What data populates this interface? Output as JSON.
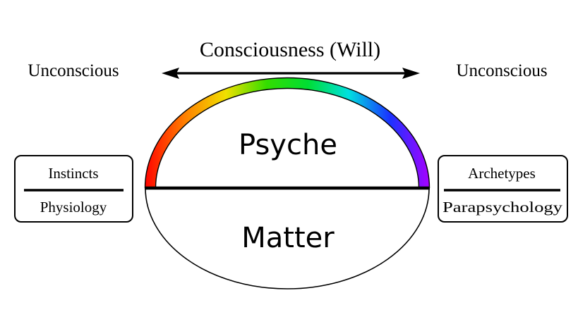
{
  "header": {
    "title": "Consciousness (Will)",
    "left_label": "Unconscious",
    "right_label": "Unconscious"
  },
  "upper_region": {
    "label": "Psyche",
    "spectrum_colors": [
      "#ff0000",
      "#ff8000",
      "#f0e000",
      "#33dd00",
      "#00dd33",
      "#00e0e0",
      "#1a33ff",
      "#aa00ff"
    ]
  },
  "lower_region": {
    "label": "Matter"
  },
  "left_box": {
    "top_label": "Instincts",
    "bottom_label": "Physiology"
  },
  "right_box": {
    "top_label": "Archetypes",
    "bottom_label": "Parapsychology"
  },
  "colors": {
    "line": "#000000",
    "background": "#ffffff"
  }
}
